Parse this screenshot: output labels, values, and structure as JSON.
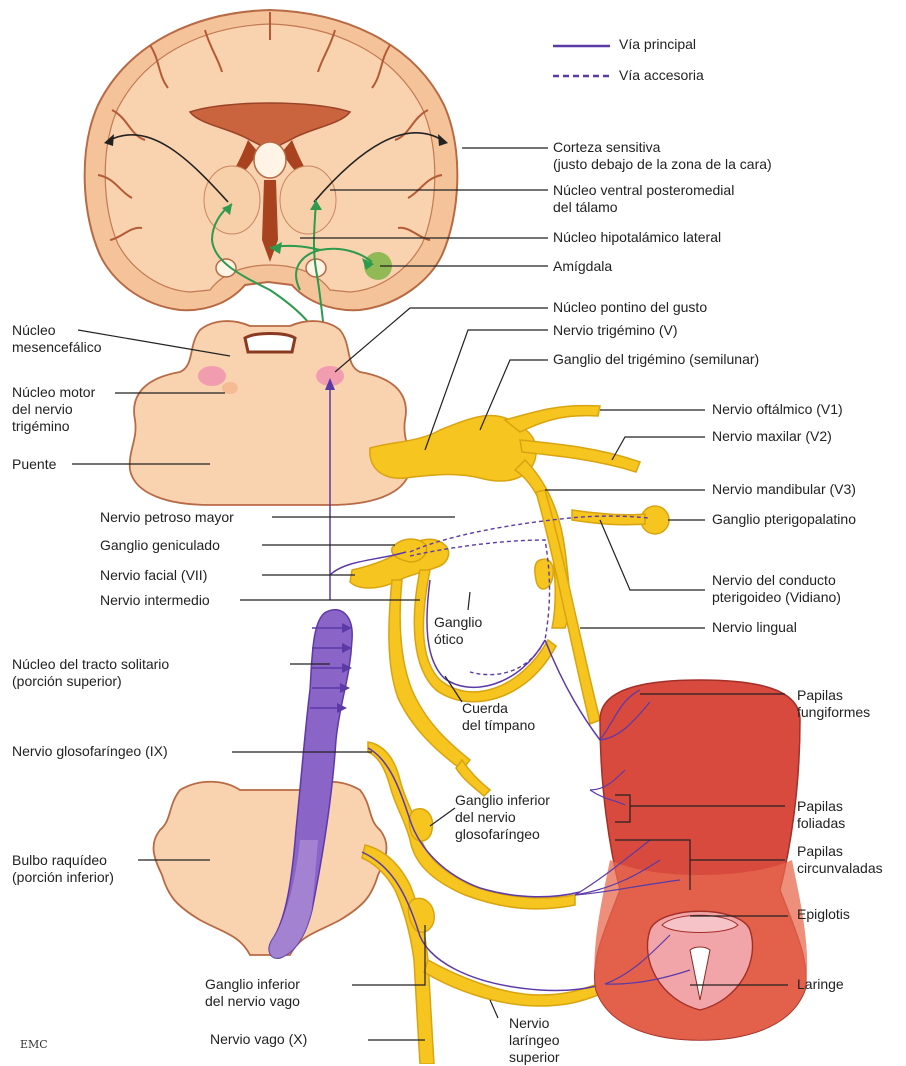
{
  "legend": {
    "main": "Vía principal",
    "accessory": "Vía accesoria"
  },
  "labels": {
    "corteza": "Corteza sensitiva\n(justo debajo de la zona de la cara)",
    "nucleo_vpm": "Núcleo ventral posteromedial\ndel tálamo",
    "hipotalamico": "Núcleo hipotalámico lateral",
    "amigdala": "Amígdala",
    "pontino": "Núcleo pontino del gusto",
    "trigemino": "Nervio trigémino (V)",
    "ganglio_trigemino": "Ganglio del trigémino (semilunar)",
    "oftalmico": "Nervio oftálmico (V1)",
    "maxilar": "Nervio maxilar (V2)",
    "mandibular": "Nervio mandibular (V3)",
    "pterigopalatino": "Ganglio pterigopalatino",
    "vidiano": "Nervio del conducto\npterigoideo (Vidiano)",
    "lingual": "Nervio lingual",
    "fungiformes": "Papilas\nfungiformes",
    "foliadas": "Papilas\nfoliadas",
    "circunvaladas": "Papilas\ncircunvaladas",
    "epiglotis": "Epiglotis",
    "laringe": "Laringe",
    "mesencefalico": "Núcleo\nmesencefálico",
    "motor_trigemino": "Núcleo motor\ndel nervio\ntrigémino",
    "puente": "Puente",
    "petroso": "Nervio petroso mayor",
    "geniculado": "Ganglio geniculado",
    "facial": "Nervio facial (VII)",
    "intermedio": "Nervio intermedio",
    "tracto_solitario": "Núcleo del tracto solitario\n(porción superior)",
    "glosofaringeo": "Nervio glosofaríngeo (IX)",
    "bulbo": "Bulbo raquídeo\n(porción inferior)",
    "ganglio_otico": "Ganglio\nótico",
    "cuerda": "Cuerda\ndel tímpano",
    "ganglio_inf_glosofaringeo": "Ganglio inferior\ndel nervio\nglosofaríngeo",
    "ganglio_inf_vago": "Ganglio inferior\ndel nervio vago",
    "vago": "Nervio vago (X)",
    "laringeo_superior": "Nervio\nlaríngeo\nsuperior"
  },
  "signature": "ЕМС",
  "colors": {
    "nerve": "#f6c520",
    "nerve_dark": "#d9a40f",
    "pathway": "#5b3aa8",
    "thalamic_path": "#2d9a4e",
    "brain": "#f4c39a",
    "brain_dark": "#b85a35",
    "tongue": "#d8493e",
    "tract": "#8b64c8"
  }
}
